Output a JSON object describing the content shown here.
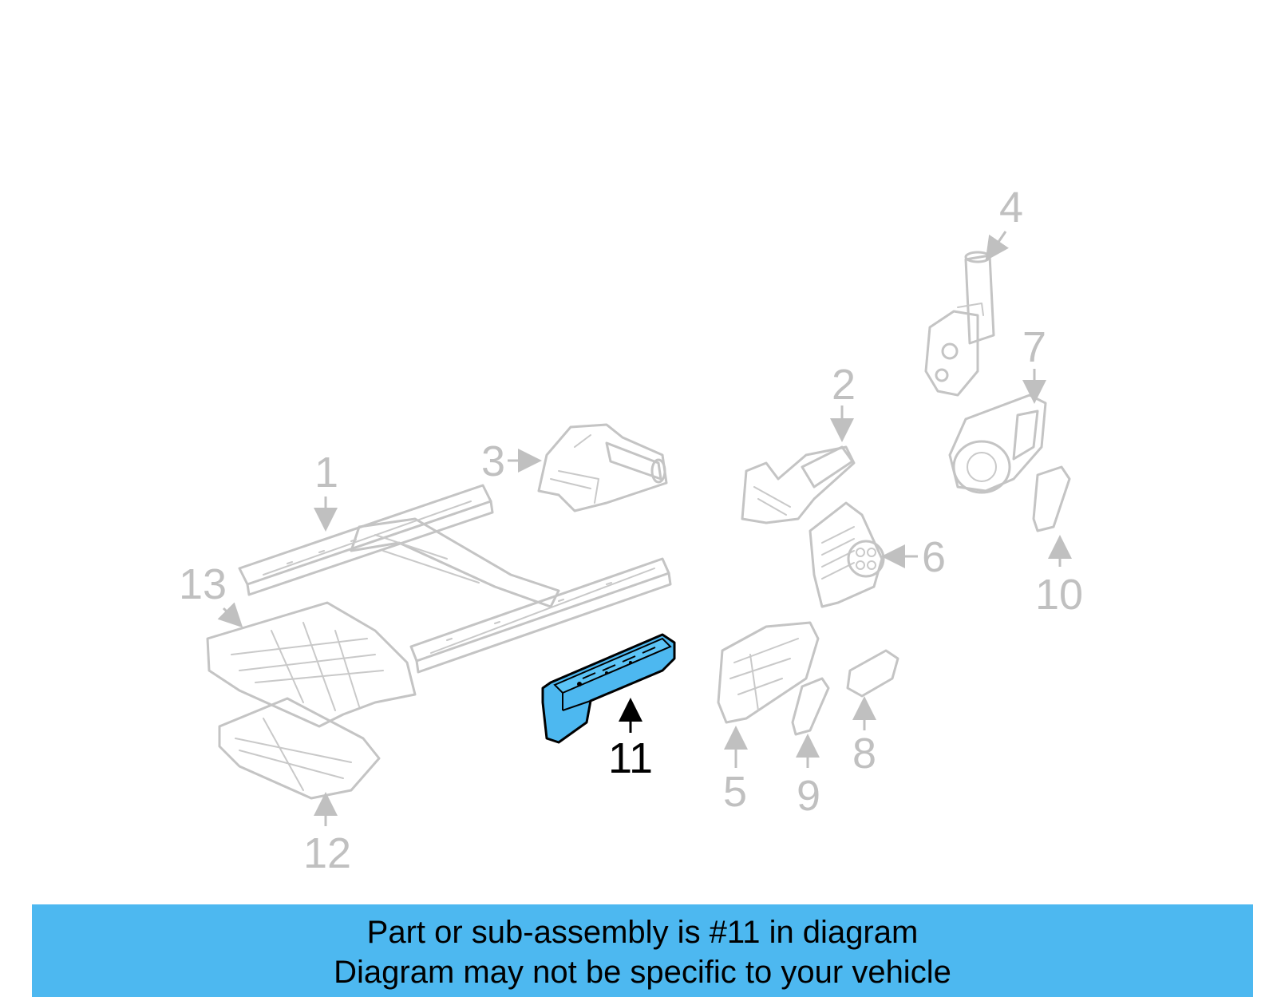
{
  "diagram": {
    "highlighted_part": "11",
    "callouts": [
      "1",
      "2",
      "3",
      "4",
      "5",
      "6",
      "7",
      "8",
      "9",
      "10",
      "11",
      "12",
      "13"
    ],
    "highlight_color": "#4db8f0",
    "faded_color": "#c4c4c4"
  },
  "banner": {
    "line1": "Part or sub-assembly is #11 in diagram",
    "line2": "Diagram may not be specific to your vehicle",
    "background": "#4db8f0"
  }
}
